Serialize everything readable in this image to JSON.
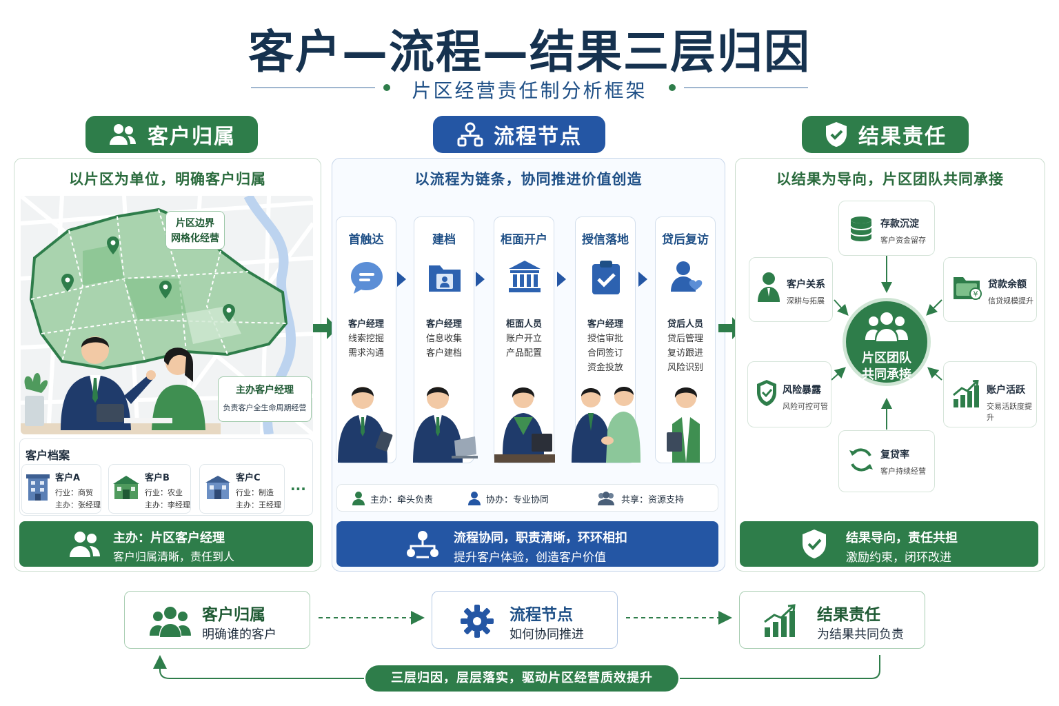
{
  "title": "客户—流程—结果三层归因",
  "subtitle": "片区经营责任制分析框架",
  "colors": {
    "green": "#2e7d4a",
    "blue": "#2456a4",
    "navy": "#16324f"
  },
  "left": {
    "pill": "客户归属",
    "heading": "以片区为单位，明确客户归属",
    "map_callout": [
      "片区边界",
      "网格化经营"
    ],
    "manager_callout": {
      "title": "主办客户经理",
      "desc": "负责客户全生命周期经营"
    },
    "archive_title": "客户档案",
    "clients": [
      {
        "name": "客户A",
        "industry": "行业：商贸",
        "owner": "主办：张经理"
      },
      {
        "name": "客户B",
        "industry": "行业：农业",
        "owner": "主办：李经理"
      },
      {
        "name": "客户C",
        "industry": "行业：制造",
        "owner": "主办：王经理"
      }
    ],
    "more": "···",
    "bar": {
      "line1": "主办：片区客户经理",
      "line2": "客户归属清晰，责任到人"
    }
  },
  "middle": {
    "pill": "流程节点",
    "heading": "以流程为链条，协同推进价值创造",
    "steps": [
      {
        "name": "首触达",
        "role": "客户经理",
        "tasks": [
          "线索挖掘",
          "需求沟通"
        ]
      },
      {
        "name": "建档",
        "role": "客户经理",
        "tasks": [
          "信息收集",
          "客户建档"
        ]
      },
      {
        "name": "柜面开户",
        "role": "柜面人员",
        "tasks": [
          "账户开立",
          "产品配置"
        ]
      },
      {
        "name": "授信落地",
        "role": "客户经理",
        "tasks": [
          "授信审批",
          "合同签订",
          "资金投放"
        ]
      },
      {
        "name": "贷后复访",
        "role": "贷后人员",
        "tasks": [
          "贷后管理",
          "复访跟进",
          "风险识别"
        ]
      }
    ],
    "legend": [
      {
        "label": "主办：牵头负责"
      },
      {
        "label": "协办：专业协同"
      },
      {
        "label": "共享：资源支持"
      }
    ],
    "bar": {
      "line1": "流程协同，职责清晰，环环相扣",
      "line2": "提升客户体验，创造客户价值"
    }
  },
  "right": {
    "pill": "结果责任",
    "heading": "以结果为导向，片区团队共同承接",
    "center": [
      "片区团队",
      "共同承接"
    ],
    "nodes": [
      {
        "title": "存款沉淀",
        "desc": "客户资金留存",
        "icon": "database-icon"
      },
      {
        "title": "客户关系",
        "desc": "深耕与拓展",
        "icon": "person-icon"
      },
      {
        "title": "贷款余额",
        "desc": "信贷规模提升",
        "icon": "folder-money-icon"
      },
      {
        "title": "风险暴露",
        "desc": "风险可控可管",
        "icon": "shield-check-icon"
      },
      {
        "title": "账户活跃",
        "desc": "交易活跃度提升",
        "icon": "bar-growth-icon"
      },
      {
        "title": "复贷率",
        "desc": "客户持续经营",
        "icon": "cycle-icon"
      }
    ],
    "bar": {
      "line1": "结果导向，责任共担",
      "line2": "激励约束，闭环改进"
    }
  },
  "bottom": {
    "boxes": [
      {
        "title": "客户归属",
        "desc": "明确谁的客户"
      },
      {
        "title": "流程节点",
        "desc": "如何协同推进"
      },
      {
        "title": "结果责任",
        "desc": "为结果共同负责"
      }
    ],
    "banner": "三层归因，层层落实，驱动片区经营质效提升"
  }
}
